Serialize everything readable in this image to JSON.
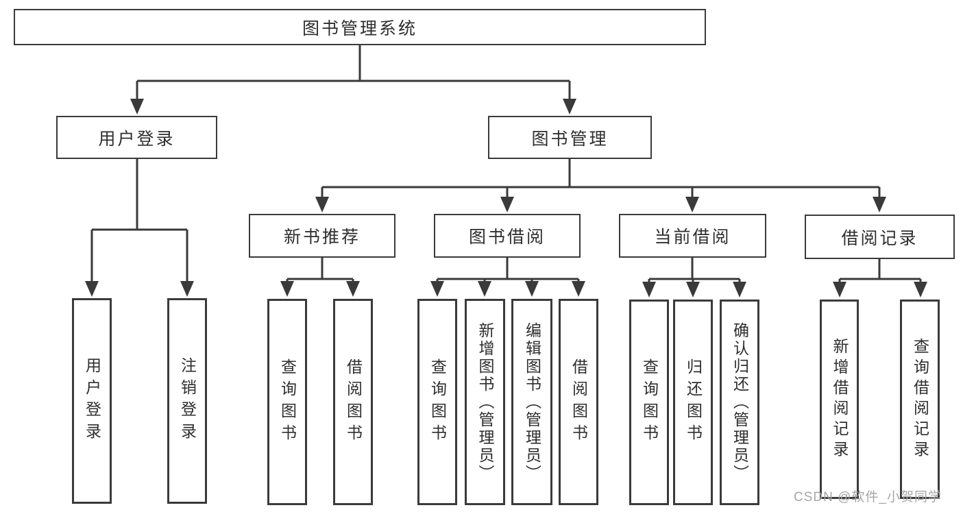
{
  "diagram": {
    "title": {
      "label": "图书管理系统"
    },
    "branches": {
      "user_login": {
        "label": "用户登录",
        "children": [
          {
            "label": "用户登录"
          },
          {
            "label": "注销登录"
          }
        ]
      },
      "book_management": {
        "label": "图书管理",
        "children": [
          {
            "label": "新书推荐",
            "children": [
              {
                "label": "查询图书"
              },
              {
                "label": "借阅图书"
              }
            ]
          },
          {
            "label": "图书借阅",
            "children": [
              {
                "label": "查询图书"
              },
              {
                "label": "新增图书（管理员）"
              },
              {
                "label": "编辑图书（管理员）"
              },
              {
                "label": "借阅图书"
              }
            ]
          },
          {
            "label": "当前借阅",
            "children": [
              {
                "label": "查询图书"
              },
              {
                "label": "归还图书"
              },
              {
                "label": "确认归还（管理员）"
              }
            ]
          },
          {
            "label": "借阅记录",
            "children": [
              {
                "label": "新增借阅记录"
              },
              {
                "label": "查询借阅记录"
              }
            ]
          }
        ]
      }
    },
    "watermark": {
      "text": "CSDN @软件_小贺同学",
      "color": "#a6a6a6"
    },
    "colors": {
      "line": "#3a3a3a",
      "text": "#2e2e2e",
      "background": "#ffffff"
    }
  }
}
